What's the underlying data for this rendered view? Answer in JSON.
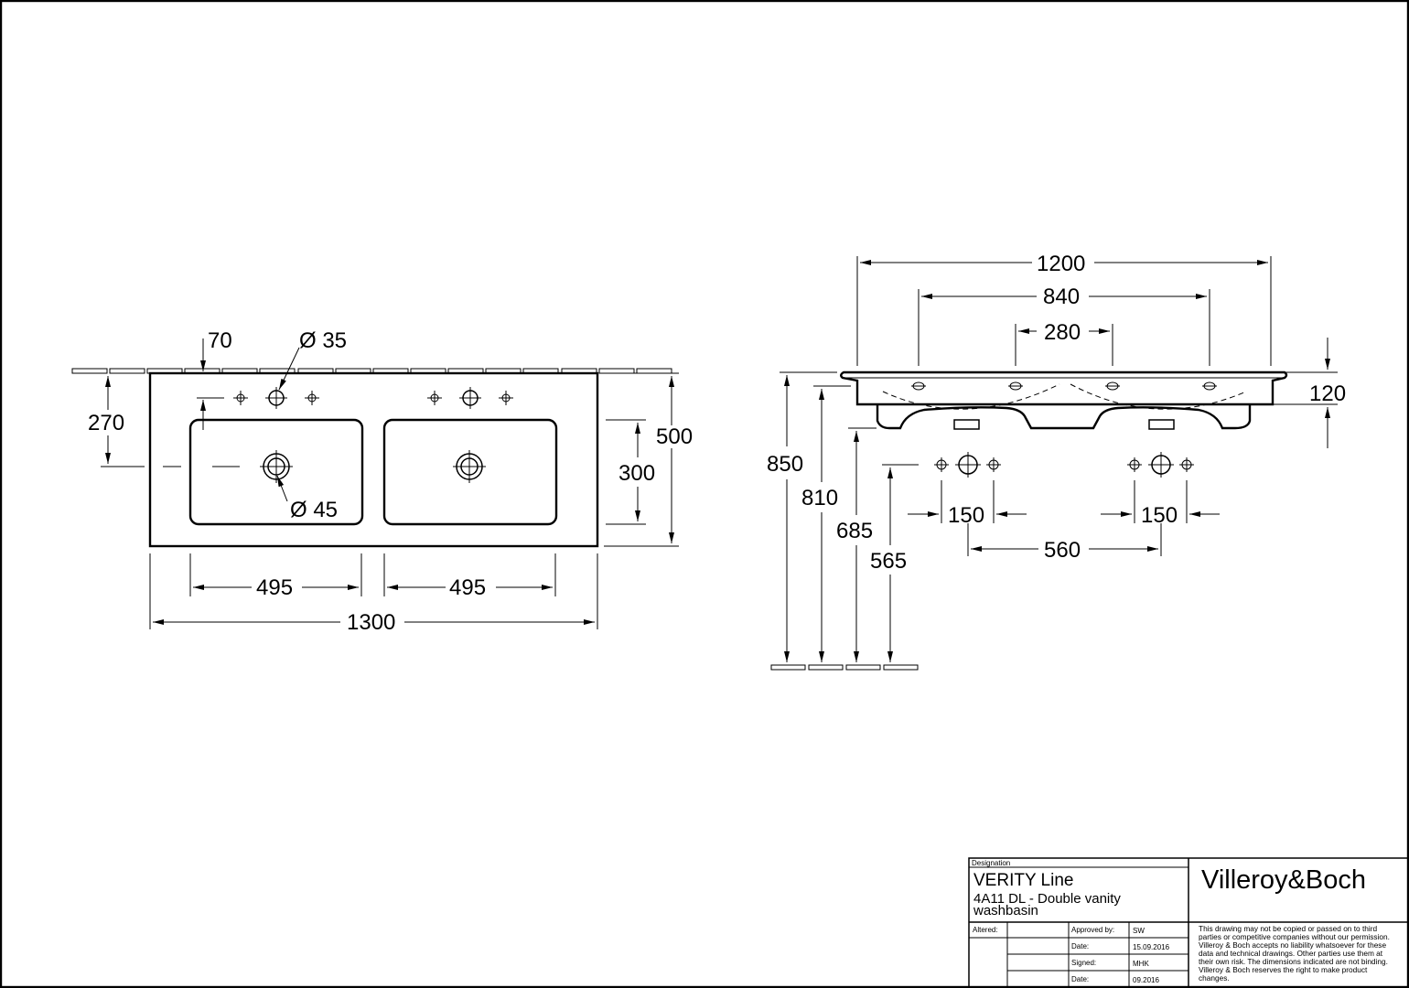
{
  "plan_view": {
    "dims": {
      "overall_width": "1300",
      "bowl_width_left": "495",
      "bowl_width_right": "495",
      "overall_depth": "500",
      "bowl_depth": "300",
      "front_to_waste": "270",
      "back_to_taphole": "70",
      "taphole_diameter": "Ø 35",
      "waste_diameter": "Ø 45"
    }
  },
  "elevation_view": {
    "dims": {
      "overall_width": "1200",
      "outer_fixing": "840",
      "inner_fixing": "280",
      "height": "120",
      "rim_height": "850",
      "underside_height": "810",
      "waste_height": "685",
      "supply_height": "565",
      "supply_spacing_left": "150",
      "supply_spacing_right": "150",
      "supply_center_distance": "560"
    }
  },
  "title_block": {
    "designation_label": "Designation",
    "product_line": "VERITY Line",
    "product_code_line1": "4A11 DL - Double vanity",
    "product_code_line2": "washbasin",
    "brand": "Villeroy&Boch",
    "altered_label": "Altered:",
    "approved_by_label": "Approved by:",
    "approved_by_value": "SW",
    "date_label_1": "Date:",
    "date_value_1": "15.09.2016",
    "signed_label": "Signed:",
    "signed_value": "MHK",
    "date_label_2": "Date:",
    "date_value_2": "09.2016",
    "disclaimer_lines": [
      "This drawing may not be copied or passed on to third",
      "parties or competitive companies without our permission.",
      "Villeroy & Boch accepts no liability whatsoever for these",
      "data and technical drawings. Other parties use them at",
      "their own risk. The dimensions indicated are not binding.",
      "Villeroy & Boch reserves the right to make product",
      "changes."
    ]
  }
}
